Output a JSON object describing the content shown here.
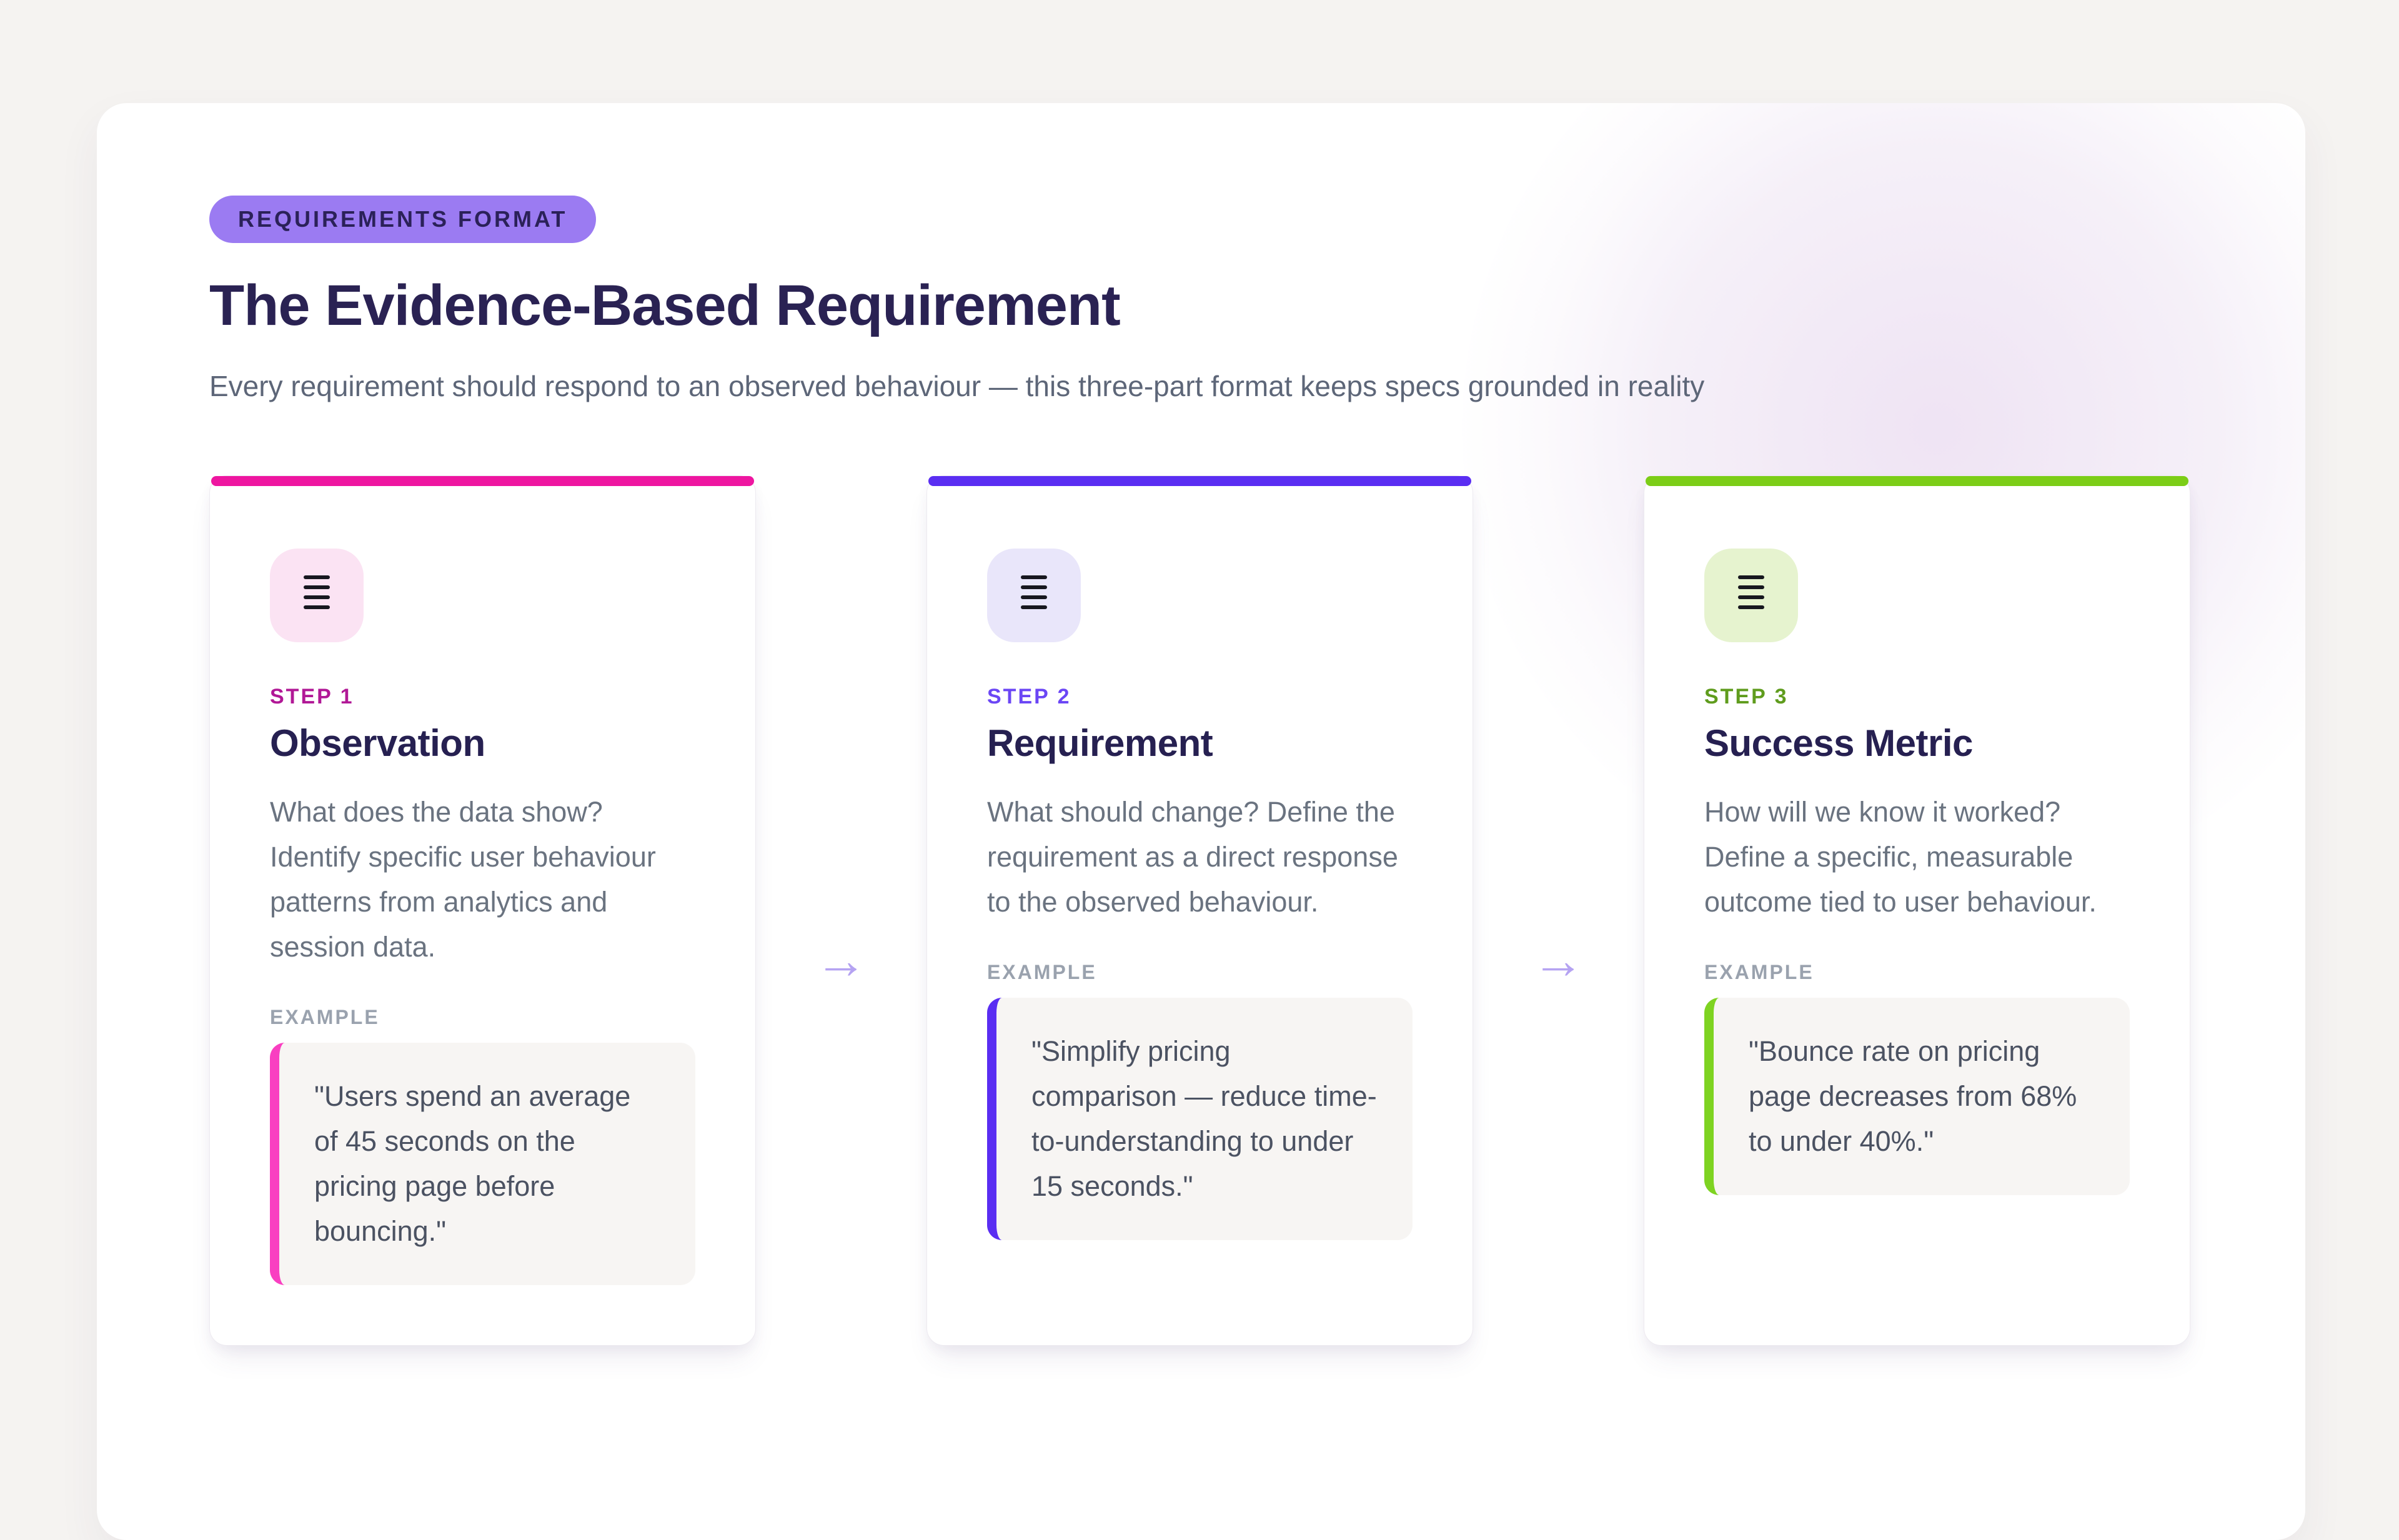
{
  "page": {
    "background_color": "#f5f3f1",
    "panel_color": "#ffffff",
    "badge_bg_color": "#9b7bf2"
  },
  "header": {
    "badge": "REQUIREMENTS FORMAT",
    "title": "The Evidence-Based Requirement",
    "subtitle": "Every requirement should respond to an observed behaviour — this three-part format keeps specs grounded in reality"
  },
  "arrows": {
    "glyph": "→",
    "color": "#b5a3f2"
  },
  "steps": [
    {
      "step_label": "STEP 1",
      "title": "Observation",
      "description": "What does the data show? Identify specific user behaviour patterns from analytics and session data.",
      "example_label": "EXAMPLE",
      "example_quote": "\"Users spend an average of 45 seconds on the pricing page before bouncing.\"",
      "accent_color": "#ee16a0",
      "step_color": "#b11896",
      "icon_bg": "#fbe3f3",
      "quote_border_color": "#f93fc1",
      "icon": "text-lines-icon"
    },
    {
      "step_label": "STEP 2",
      "title": "Requirement",
      "description": "What should change? Define the requirement as a direct response to the observed behaviour.",
      "example_label": "EXAMPLE",
      "example_quote": "\"Simplify pricing comparison — reduce time-to-understanding to under 15 seconds.\"",
      "accent_color": "#5a2ef2",
      "step_color": "#6b46f5",
      "icon_bg": "#e9e6fa",
      "quote_border_color": "#5a2ef2",
      "icon": "text-lines-icon"
    },
    {
      "step_label": "STEP 3",
      "title": "Success Metric",
      "description": "How will we know it worked? Define a specific, measurable outcome tied to user behaviour.",
      "example_label": "EXAMPLE",
      "example_quote": "\"Bounce rate on pricing page decreases from 68% to under 40%.\"",
      "accent_color": "#7ccd17",
      "step_color": "#5f9c1d",
      "icon_bg": "#e6f3cf",
      "quote_border_color": "#7ed321",
      "icon": "text-lines-icon"
    }
  ]
}
